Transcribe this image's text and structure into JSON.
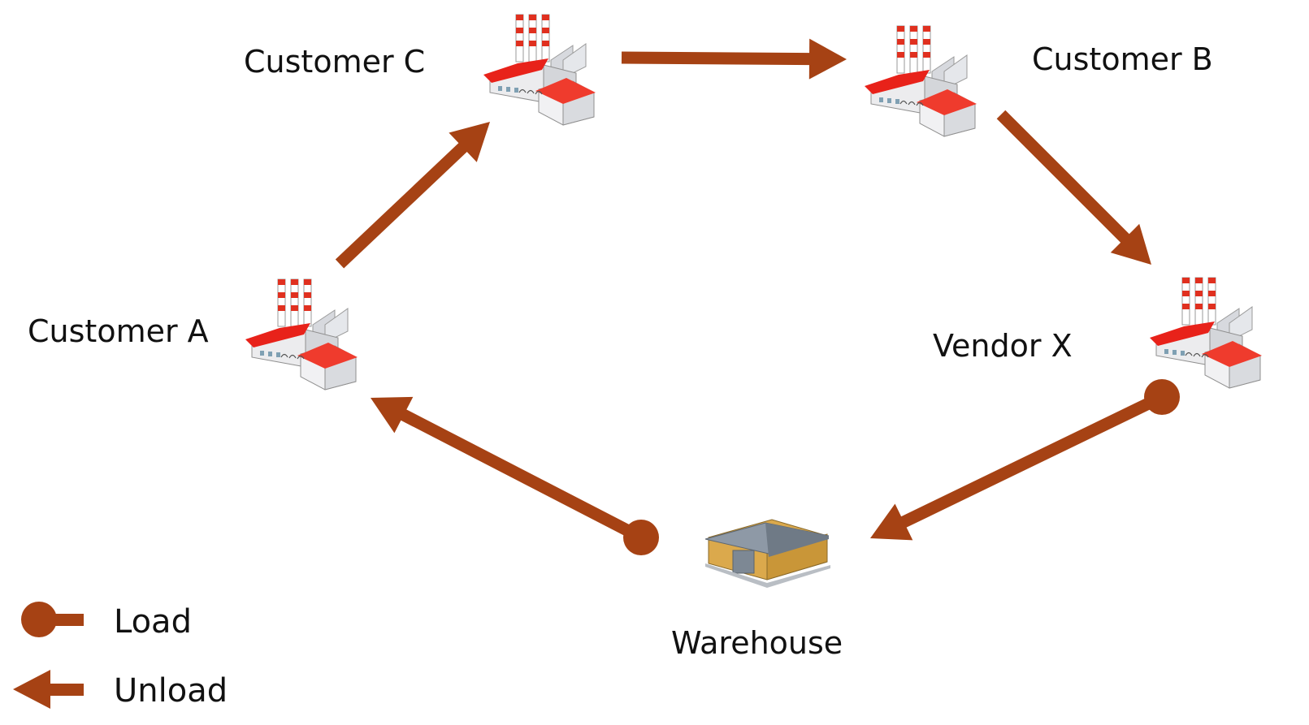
{
  "nodes": {
    "customer_c": {
      "label": "Customer C",
      "icon": "factory-icon"
    },
    "customer_b": {
      "label": "Customer B",
      "icon": "factory-icon"
    },
    "customer_a": {
      "label": "Customer A",
      "icon": "factory-icon"
    },
    "vendor_x": {
      "label": "Vendor X",
      "icon": "factory-icon"
    },
    "warehouse": {
      "label": "Warehouse",
      "icon": "warehouse-icon"
    }
  },
  "edges": [
    {
      "from": "Customer A",
      "to": "Customer C",
      "start": "plain",
      "end": "arrow"
    },
    {
      "from": "Customer C",
      "to": "Customer B",
      "start": "plain",
      "end": "arrow"
    },
    {
      "from": "Customer B",
      "to": "Vendor X",
      "start": "plain",
      "end": "arrow"
    },
    {
      "from": "Vendor X",
      "to": "Warehouse",
      "start": "load",
      "end": "arrow"
    },
    {
      "from": "Warehouse",
      "to": "Customer A",
      "start": "load",
      "end": "arrow"
    }
  ],
  "legend": {
    "load_label": "Load",
    "unload_label": "Unload"
  },
  "colors": {
    "edge": "#A64214",
    "roof": "#E8221A",
    "wall": "#E8E8EA",
    "warehouse_wall": "#D9AE4E",
    "warehouse_roof": "#7C8794"
  }
}
